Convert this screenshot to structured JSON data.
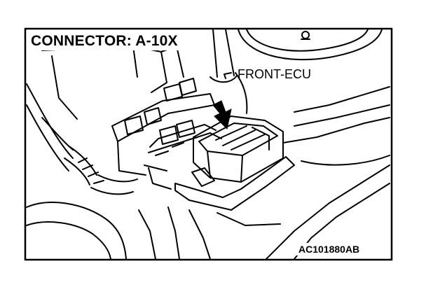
{
  "title": "CONNECTOR: A-10X",
  "callout": "FRONT-ECU",
  "figure_code": "AC101880AB",
  "colors": {
    "line": "#000000",
    "background": "#ffffff"
  },
  "icons": [
    "arrow-icon",
    "bolt-icon"
  ]
}
